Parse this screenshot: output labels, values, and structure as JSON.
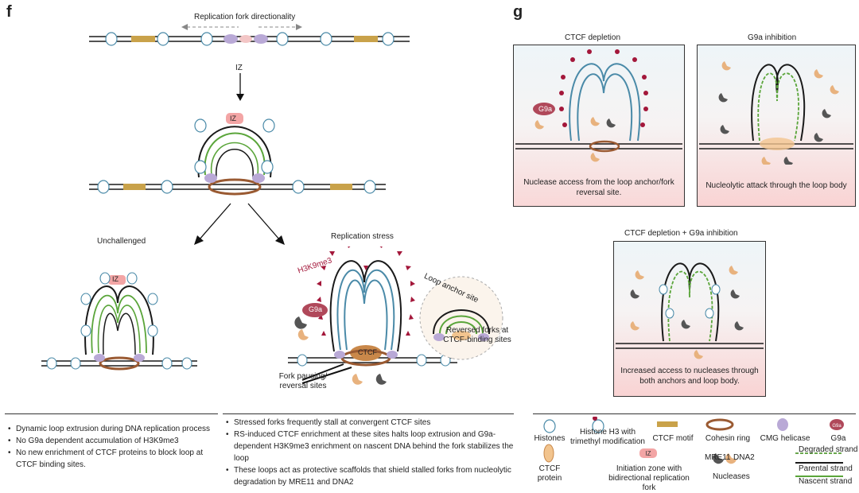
{
  "panel_f": {
    "letter": "f",
    "top_label": "Replication fork directionality",
    "iz_arrow_label": "IZ",
    "iz_bubble_label": "IZ",
    "unchallenged_title": "Unchallenged",
    "unchallenged_iz": "IZ",
    "stress_title": "Replication stress",
    "h3k9me3_label": "H3K9me3",
    "g9a_label": "G9a",
    "loop_anchor_label": "Loop anchor site",
    "reversed_forks_label": "Reversed forks at CTCF-binding sites",
    "ctcf_label": "CTCF",
    "fork_pausing_label": "Fork pausing/ reversal sites",
    "bullets_left": [
      "Dynamic loop extrusion during DNA replication process",
      "No G9a dependent accumulation of H3K9me3",
      "No new enrichment of CTCF proteins to block loop at CTCF binding sites."
    ],
    "bullets_right": [
      "Stressed forks frequently stall at convergent CTCF sites",
      "RS-induced CTCF enrichment at these sites halts loop extrusion and G9a-dependent H3K9me3 enrichment on nascent DNA behind the fork stabilizes the loop",
      "These loops act as protective scaffolds that shield stalled forks from nucleolytic degradation by MRE11 and DNA2"
    ]
  },
  "panel_g": {
    "letter": "g",
    "box1_title": "CTCF depletion",
    "box1_g9a": "G9a",
    "box1_caption": "Nuclease access from the loop anchor/fork reversal site.",
    "box2_title": "G9a inhibition",
    "box2_caption": "Nucleolytic attack through the loop body",
    "box3_title": "CTCF depletion + G9a inhibition",
    "box3_caption": "Increased access to nucleases through both anchors and loop body."
  },
  "legend": {
    "histones": "Histones",
    "histone_h3": "Histone H3 with trimethyl modification",
    "ctcf_motif": "CTCF motif",
    "cohesin": "Cohesin ring",
    "cmg": "CMG helicase",
    "g9a": "G9a",
    "g9a_icon_text": "G9a",
    "ctcf_protein": "CTCF protein",
    "iz_icon_text": "IZ",
    "initiation_zone": "Initiation zone with bidirectional replication fork",
    "mre11": "MRE11",
    "dna2": "DNA2",
    "nucleases": "Nucleases",
    "degraded": "Degraded strand",
    "parental": "Parental strand",
    "nascent": "Nascent strand"
  },
  "colors": {
    "parental": "#1a1a1a",
    "nascent": "#5aa53a",
    "degraded_dash": "#6aa84f",
    "ctcf_motif": "#c9a24a",
    "cohesin": "#9a5a32",
    "cmg": "#b9a9d6",
    "g9a": "#b0485a",
    "iz_pink": "#f3a5a5",
    "h3k9me3": "#a3173a",
    "histone": "#4a8aa8",
    "ctcf_protein": "#f2c48e",
    "nuclease_dark": "#555555",
    "nuclease_light": "#e8b27e"
  }
}
